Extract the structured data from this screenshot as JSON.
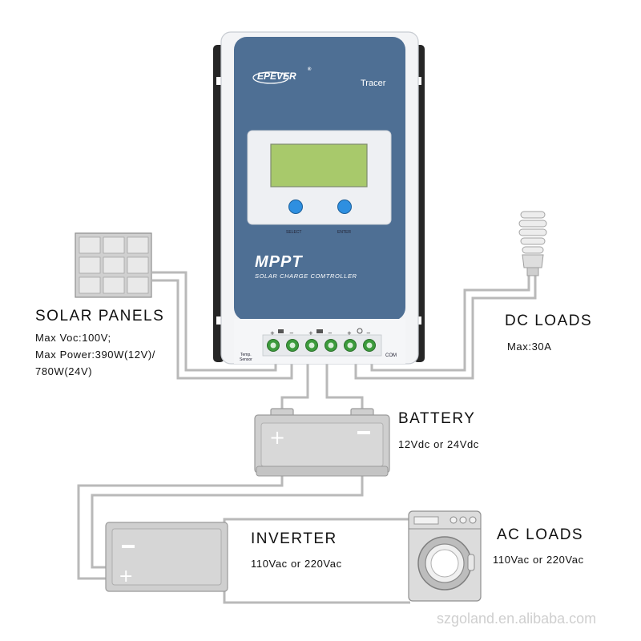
{
  "controller": {
    "brand": "EPEVER",
    "registered_mark": "®",
    "model": "Tracer",
    "select_label": "SELECT",
    "enter_label": "ENTER",
    "mppt_title": "MPPT",
    "subtitle": "SOLAR CHARGE COMTROLLER",
    "temp_sensor_line1": "Temp.",
    "temp_sensor_line2": "Sensor",
    "com_label": "COM",
    "body_color": "#4e6f94",
    "lcd_color": "#a8c96b",
    "button_color": "#2e8fe0",
    "terminal_color": "#3c9b3c"
  },
  "solar_panels": {
    "title": "SOLAR  PANELS",
    "spec1": "Max  Voc:100V;",
    "spec2": "Max  Power:390W(12V)/",
    "spec3": "780W(24V)"
  },
  "dc_loads": {
    "title": "DC  LOADS",
    "spec": "Max:30A"
  },
  "battery": {
    "title": "BATTERY",
    "spec": "12Vdc  or  24Vdc"
  },
  "inverter": {
    "title": "INVERTER",
    "spec": "110Vac  or  220Vac"
  },
  "ac_loads": {
    "title": "AC  LOADS",
    "spec": "110Vac  or  220Vac"
  },
  "watermark": "szgoland.en.alibaba.com",
  "icons": [
    "solar-panel-icon",
    "light-bulb-icon",
    "battery-icon",
    "inverter-icon",
    "washing-machine-icon"
  ]
}
